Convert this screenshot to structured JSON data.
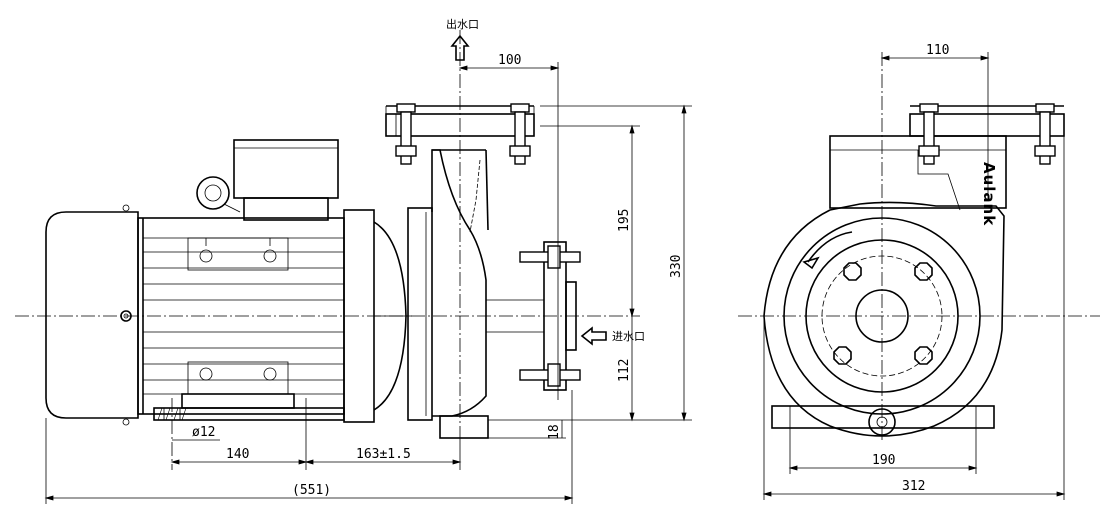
{
  "labels": {
    "outlet": "出水口",
    "inlet": "进水口",
    "brand": "Aulank"
  },
  "dimensions": {
    "outlet_offset": "100",
    "flange_offset": "110",
    "outlet_height": "195",
    "total_height": "330",
    "inlet_height": "112",
    "foot_thickness": "18",
    "hole_diameter": "ø12",
    "foot_spacing": "140",
    "foot_to_inlet": "163±1.5",
    "total_length": "(551)",
    "base_width": "190",
    "total_width": "312"
  }
}
